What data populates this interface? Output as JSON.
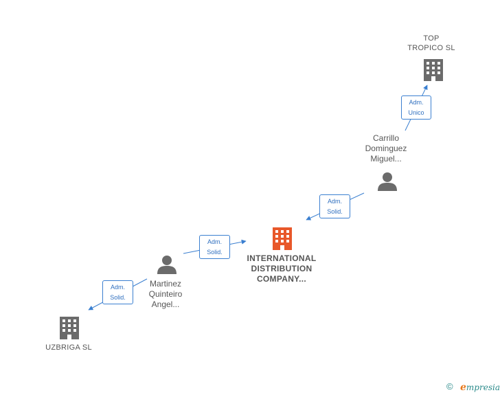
{
  "colors": {
    "edge": "#3a7fd0",
    "building": "#6b6b6b",
    "focus_building": "#e8582a",
    "person": "#6b6b6b",
    "brand_teal": "#2a8a8a",
    "brand_orange": "#e8791d"
  },
  "nodes": {
    "top_tropico": {
      "label": "TOP\nTROPICO SL",
      "icon": "building-icon"
    },
    "carrillo": {
      "label": "Carrillo\nDominguez\nMiguel...",
      "icon": "person-icon"
    },
    "international": {
      "label": "INTERNATIONAL\nDISTRIBUTION\nCOMPANY...",
      "icon": "building-icon"
    },
    "martinez": {
      "label": "Martinez\nQuinteiro\nAngel...",
      "icon": "person-icon"
    },
    "uzbriga": {
      "label": "UZBRIGA  SL",
      "icon": "building-icon"
    }
  },
  "edges": {
    "carrillo_to_top": {
      "line1": "Adm.",
      "line2": "Unico"
    },
    "carrillo_to_international": {
      "line1": "Adm.",
      "line2": "Solid."
    },
    "martinez_to_international": {
      "line1": "Adm.",
      "line2": "Solid."
    },
    "martinez_to_uzbriga": {
      "line1": "Adm.",
      "line2": "Solid."
    }
  },
  "footer": {
    "copyright_symbol": "©",
    "brand_initial": "e",
    "brand_rest": "mpresia"
  }
}
